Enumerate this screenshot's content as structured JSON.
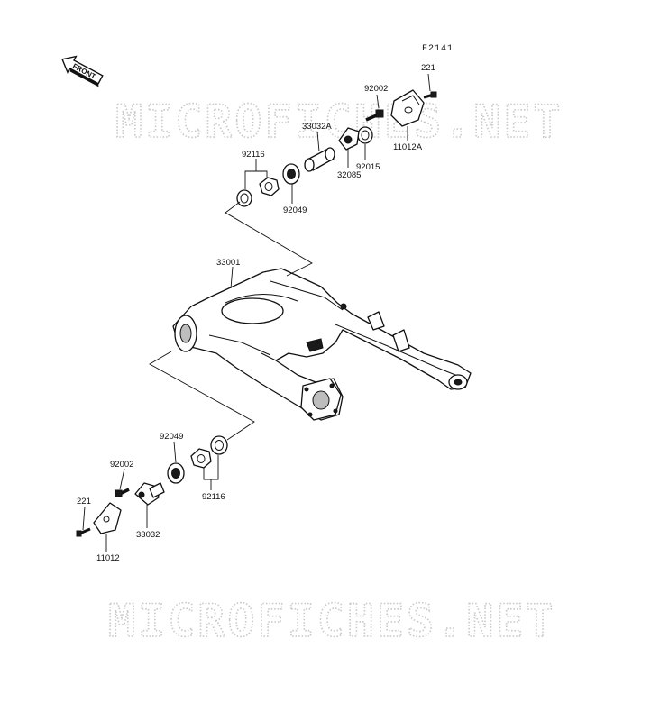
{
  "figure_code": "F2141",
  "front_label": "FRONT",
  "watermarks": [
    "MICROFICHES.NET",
    "MICROFICHES.NET"
  ],
  "parts": [
    {
      "id": "p221_top",
      "number": "221"
    },
    {
      "id": "p92002_top",
      "number": "92002"
    },
    {
      "id": "p33032A",
      "number": "33032A"
    },
    {
      "id": "p92015",
      "number": "92015"
    },
    {
      "id": "p32085",
      "number": "32085"
    },
    {
      "id": "p11012A",
      "number": "11012A"
    },
    {
      "id": "p92116_top",
      "number": "92116"
    },
    {
      "id": "p92049_top",
      "number": "92049"
    },
    {
      "id": "p33001",
      "number": "33001"
    },
    {
      "id": "p92049_bot",
      "number": "92049"
    },
    {
      "id": "p92002_bot",
      "number": "92002"
    },
    {
      "id": "p221_bot",
      "number": "221"
    },
    {
      "id": "p92116_bot",
      "number": "92116"
    },
    {
      "id": "p33032",
      "number": "33032"
    },
    {
      "id": "p11012",
      "number": "11012"
    }
  ]
}
